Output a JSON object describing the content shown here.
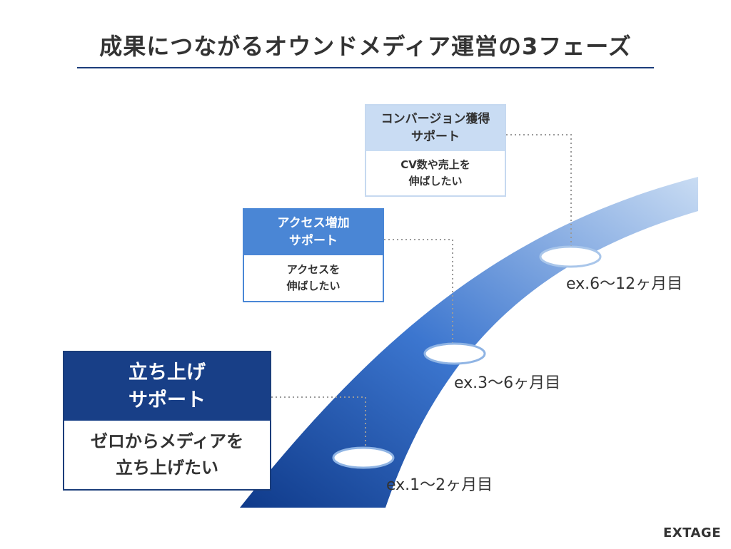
{
  "title": "成果につながるオウンドメディア運営の3フェーズ",
  "phases": [
    {
      "head": "立ち上げ\nサポート",
      "body": "ゼロからメディアを\n立ち上げたい",
      "period": "ex.1〜2ヶ月目",
      "color": "#183f87"
    },
    {
      "head": "アクセス増加\nサポート",
      "body": "アクセスを\n伸ばしたい",
      "period": "ex.3〜6ヶ月目",
      "color": "#4a86d5"
    },
    {
      "head": "コンバージョン獲得\nサポート",
      "body": "CV数や売上を\n伸ばしたい",
      "period": "ex.6〜12ヶ月目",
      "color": "#c9dcf3"
    }
  ],
  "logo": "EXTAGE"
}
